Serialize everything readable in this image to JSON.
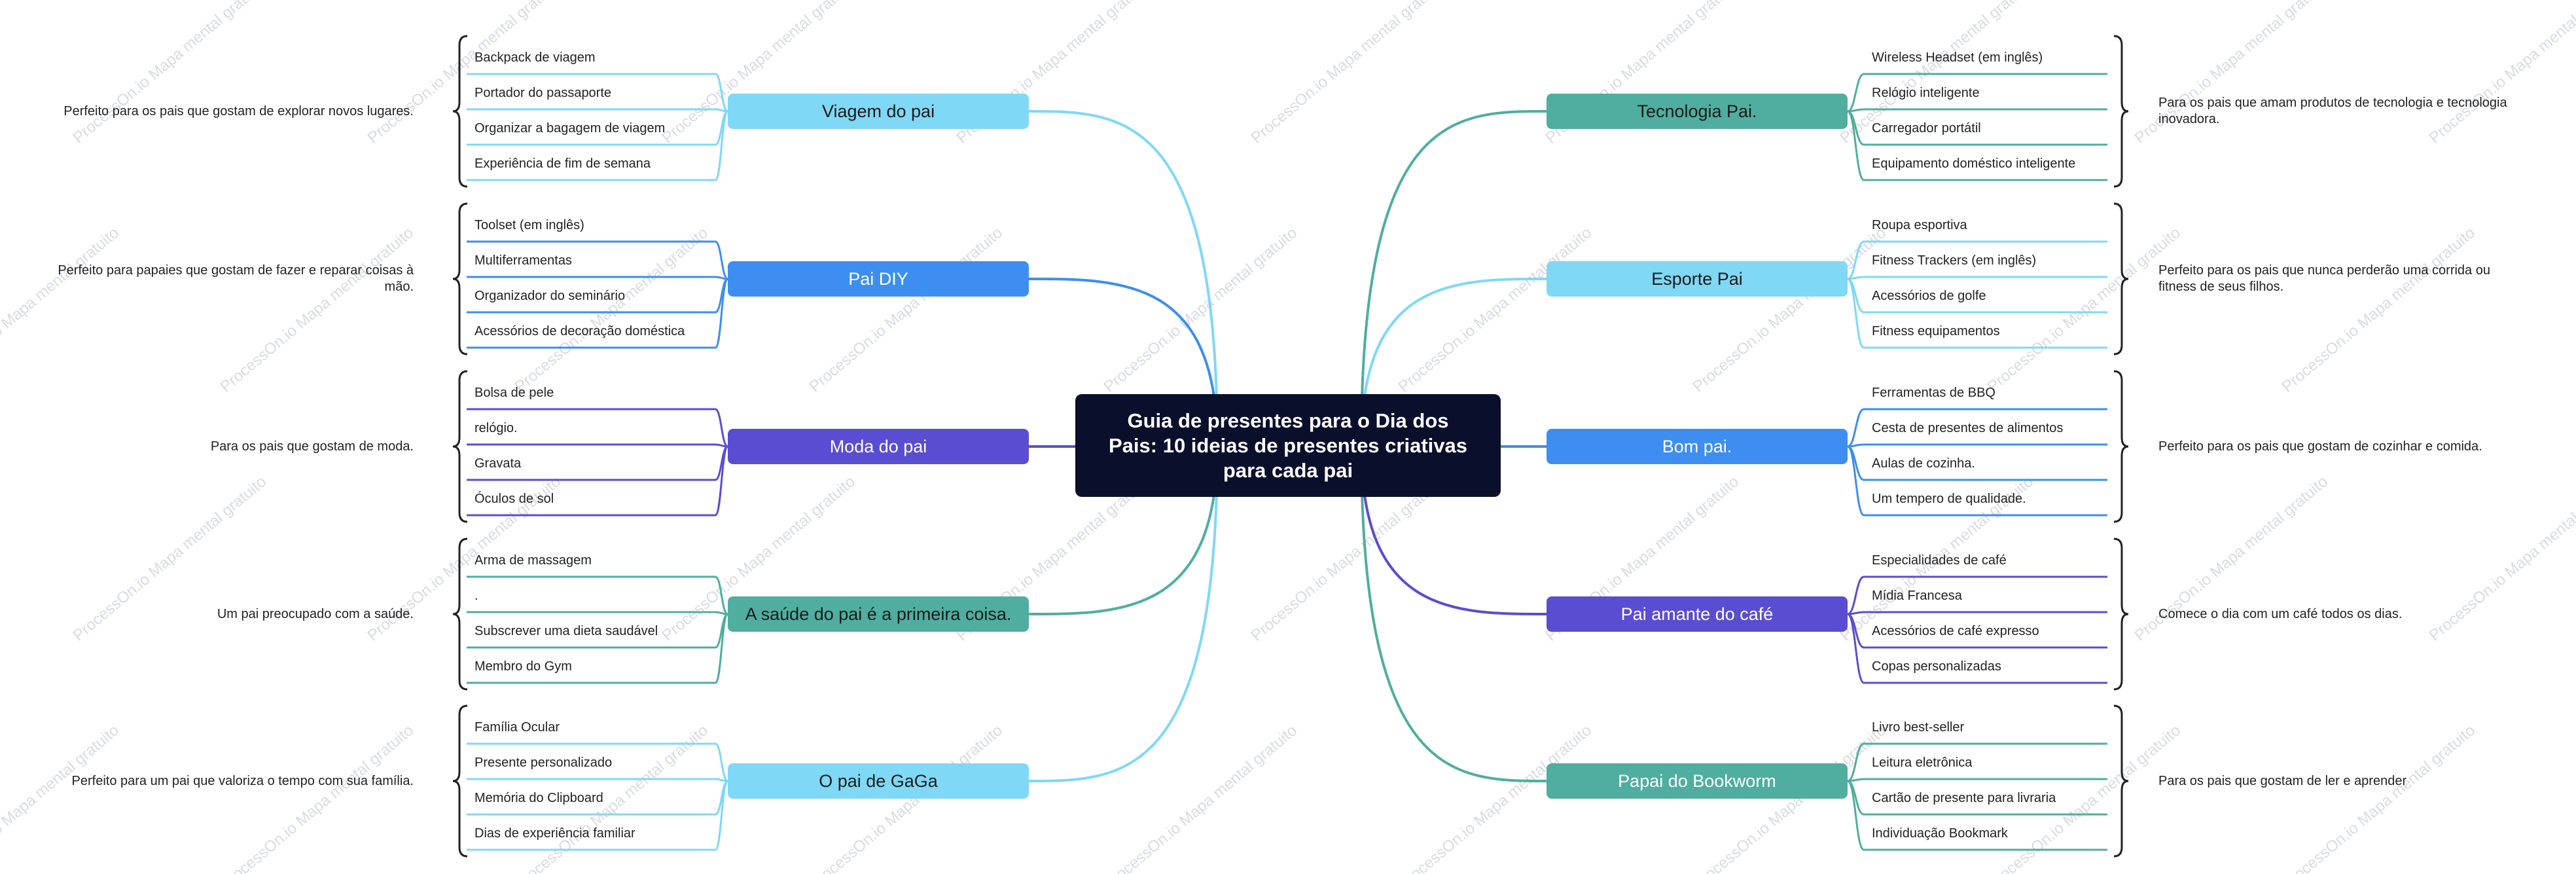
{
  "watermark": "ProcessOn.io Mapa mental gratuito",
  "center": {
    "title": "Guia de presentes para o Dia dos Pais: 10 ideias de presentes criativas para cada pai"
  },
  "left_branches": [
    {
      "label": "Viagem do pai",
      "color": "#7fd8f5",
      "text_color": "#1a1a1a",
      "items": [
        "Backpack de viagem",
        "Portador do passaporte",
        "Organizar a bagagem de viagem",
        "Experiência de fim de semana"
      ],
      "description": "Perfeito para os pais que gostam de explorar novos lugares."
    },
    {
      "label": "Pai DIY",
      "color": "#3d8ef0",
      "text_color": "#ffffff",
      "items": [
        "Toolset (em inglês)",
        "Multiferramentas",
        "Organizador do seminário",
        "Acessórios de decoração doméstica"
      ],
      "description": "Perfeito para papaies que gostam de fazer e reparar coisas à mão."
    },
    {
      "label": "Moda do pai",
      "color": "#5b4dd1",
      "text_color": "#ffffff",
      "items": [
        "Bolsa de pele",
        "relógio.",
        "Gravata",
        "Óculos de sol"
      ],
      "description": "Para os pais que gostam de moda."
    },
    {
      "label": "A saúde do pai é a primeira coisa.",
      "color": "#4fae9f",
      "text_color": "#1a1a1a",
      "items": [
        "Arma de massagem",
        ".",
        "Subscrever uma dieta saudável",
        "Membro do Gym"
      ],
      "description": "Um pai preocupado com a saúde."
    },
    {
      "label": "O pai de GaGa",
      "color": "#7fd8f5",
      "text_color": "#1a1a1a",
      "items": [
        "Família Ocular",
        "Presente personalizado",
        "Memória do Clipboard",
        "Dias de experiência familiar"
      ],
      "description": "Perfeito para um pai que valoriza o tempo com sua família."
    }
  ],
  "right_branches": [
    {
      "label": "Tecnologia Pai.",
      "color": "#4fae9f",
      "text_color": "#1a1a1a",
      "items": [
        "Wireless Headset (em inglês)",
        "Relógio inteligente",
        "Carregador portátil",
        "Equipamento doméstico inteligente"
      ],
      "description": "Para os pais que amam produtos de tecnologia e tecnologia inovadora."
    },
    {
      "label": "Esporte Pai",
      "color": "#7fd8f5",
      "text_color": "#1a1a1a",
      "items": [
        "Roupa esportiva",
        "Fitness Trackers (em inglês)",
        "Acessórios de golfe",
        "Fitness equipamentos"
      ],
      "description": "Perfeito para os pais que nunca perderão uma corrida ou fitness de seus filhos."
    },
    {
      "label": "Bom pai.",
      "color": "#3d8ef0",
      "text_color": "#ffffff",
      "items": [
        "Ferramentas de BBQ",
        "Cesta de presentes de alimentos",
        "Aulas de cozinha.",
        "Um tempero de qualidade."
      ],
      "description": "Perfeito para os pais que gostam de cozinhar e comida."
    },
    {
      "label": "Pai amante do café",
      "color": "#5b4dd1",
      "text_color": "#ffffff",
      "items": [
        "Especialidades de café",
        "Mídia Francesa",
        "Acessórios de café expresso",
        "Copas personalizadas"
      ],
      "description": "Comece o dia com um café todos os dias."
    },
    {
      "label": "Papai do Bookworm",
      "color": "#4fae9f",
      "text_color": "#ffffff",
      "items": [
        "Livro best-seller",
        "Leitura eletrônica",
        "Cartão de presente para livraria",
        "Individuação Bookmark"
      ],
      "description": "Para os pais que gostam de ler e aprender"
    }
  ]
}
